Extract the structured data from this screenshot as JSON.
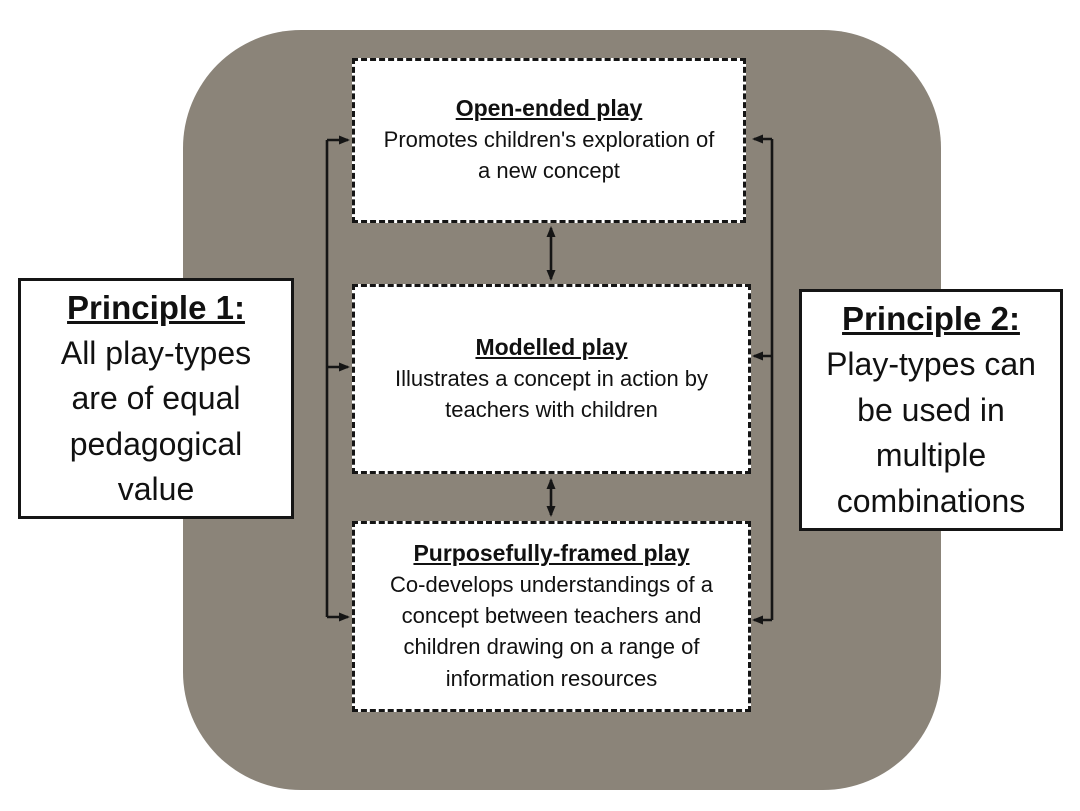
{
  "colors": {
    "background_blob": "#8b8479",
    "box_background": "#ffffff",
    "line_and_border": "#151515",
    "page_background": "#ffffff"
  },
  "play_boxes": [
    {
      "title": "Open-ended play",
      "description": "Promotes children's exploration of\na new concept"
    },
    {
      "title": "Modelled play",
      "description": "Illustrates a concept in action by\nteachers with children"
    },
    {
      "title": "Purposefully-framed play",
      "description": "Co-develops understandings of a\nconcept between teachers and\nchildren drawing on a range of\ninformation resources"
    }
  ],
  "principles": [
    {
      "title": "Principle 1:",
      "description": "All play-types\nare of equal\npedagogical\nvalue"
    },
    {
      "title": "Principle 2:",
      "description": "Play-types can\nbe used in\nmultiple\ncombinations"
    }
  ]
}
